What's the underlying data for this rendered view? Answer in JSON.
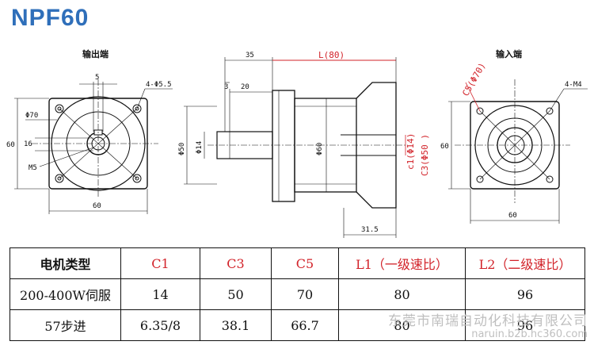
{
  "title": "NPF60",
  "labels": {
    "output_end": "输出端",
    "input_end": "输入端"
  },
  "dims": {
    "left_top_5": "5",
    "holes_left": "4-Φ5.5",
    "pcd_70": "Φ70",
    "shaft_16": "16",
    "m5": "M5",
    "left_60_side": "60",
    "left_60_bottom": "60",
    "len_35": "35",
    "len_20": "20",
    "len_3": "3",
    "len_L": "L(80)",
    "d50_left": "Φ50",
    "d14": "Φ14",
    "d60_body": "Φ60",
    "c1": "c1(Φ14)",
    "c3": "C3(Φ50 )",
    "len_31_5": "31.5",
    "c5": "C5(Φ70)",
    "holes_right": "4-M4",
    "right_60_side": "60",
    "right_60_bottom": "60"
  },
  "table": {
    "headers": [
      "电机类型",
      "C1",
      "C3",
      "C5",
      "L1（一级速比）",
      "L2（二级速比）"
    ],
    "rows": [
      [
        "200-400W伺服",
        "14",
        "50",
        "70",
        "80",
        "96"
      ],
      [
        "57步进",
        "6.35/8",
        "38.1",
        "66.7",
        "80",
        "96"
      ]
    ]
  },
  "watermark": {
    "company": "东莞市南瑞自动化科技有限公司",
    "url": "naruin.b2b.hc360.com"
  },
  "colors": {
    "title": "#2f6fba",
    "dimension_red": "#d2232a",
    "watermark": "#bfbfbf"
  }
}
